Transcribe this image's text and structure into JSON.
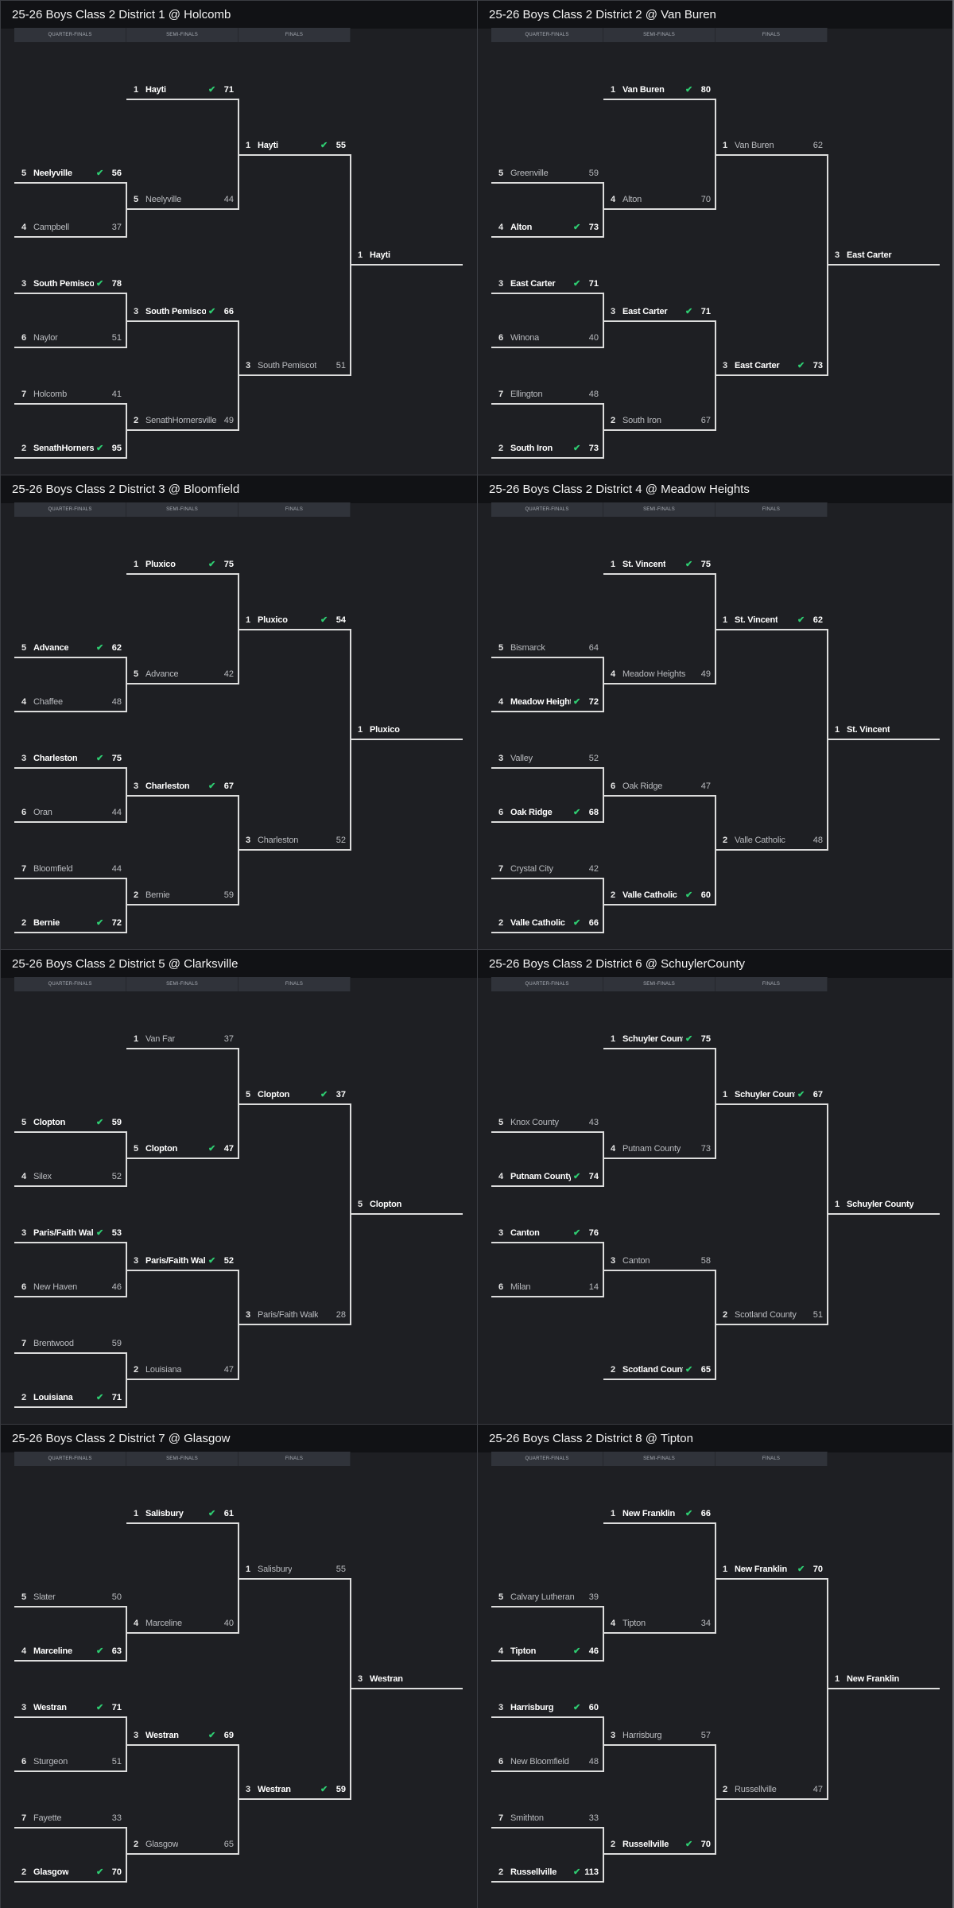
{
  "round_labels": [
    "QUARTER-FINALS",
    "SEMI-FINALS",
    "FINALS"
  ],
  "colors": {
    "check": "#2ecc71",
    "background": "#1e1f23",
    "titlebar": "#111215",
    "line": "#dcdcdc"
  },
  "check_icon": "checkmark-icon",
  "districts": [
    {
      "title": "25-26 Boys Class 2 District 1 @ Holcomb",
      "qf": [
        [
          {
            "seed": "5",
            "name": "Neelyville",
            "score": "56",
            "win": true
          },
          {
            "seed": "4",
            "name": "Campbell",
            "score": "37",
            "win": false
          }
        ],
        [
          {
            "seed": "3",
            "name": "South Pemiscot",
            "score": "78",
            "win": true
          },
          {
            "seed": "6",
            "name": "Naylor",
            "score": "51",
            "win": false
          }
        ],
        [
          {
            "seed": "7",
            "name": "Holcomb",
            "score": "41",
            "win": false
          },
          {
            "seed": "2",
            "name": "SenathHornersville",
            "score": "95",
            "win": true
          }
        ]
      ],
      "sf": [
        [
          {
            "seed": "1",
            "name": "Hayti",
            "score": "71",
            "win": true
          },
          {
            "seed": "5",
            "name": "Neelyville",
            "score": "44",
            "win": false
          }
        ],
        [
          {
            "seed": "3",
            "name": "South Pemiscot",
            "score": "66",
            "win": true
          },
          {
            "seed": "2",
            "name": "SenathHornersville",
            "score": "49",
            "win": false
          }
        ]
      ],
      "final": [
        {
          "seed": "1",
          "name": "Hayti",
          "score": "55",
          "win": true
        },
        {
          "seed": "3",
          "name": "South Pemiscot",
          "score": "51",
          "win": false
        }
      ],
      "champion": {
        "seed": "1",
        "name": "Hayti"
      }
    },
    {
      "title": "25-26 Boys Class 2 District 2 @ Van Buren",
      "qf": [
        [
          {
            "seed": "5",
            "name": "Greenville",
            "score": "59",
            "win": false
          },
          {
            "seed": "4",
            "name": "Alton",
            "score": "73",
            "win": true
          }
        ],
        [
          {
            "seed": "3",
            "name": "East Carter",
            "score": "71",
            "win": true
          },
          {
            "seed": "6",
            "name": "Winona",
            "score": "40",
            "win": false
          }
        ],
        [
          {
            "seed": "7",
            "name": "Ellington",
            "score": "48",
            "win": false
          },
          {
            "seed": "2",
            "name": "South Iron",
            "score": "73",
            "win": true
          }
        ]
      ],
      "sf": [
        [
          {
            "seed": "1",
            "name": "Van Buren",
            "score": "80",
            "win": true
          },
          {
            "seed": "4",
            "name": "Alton",
            "score": "70",
            "win": false
          }
        ],
        [
          {
            "seed": "3",
            "name": "East Carter",
            "score": "71",
            "win": true
          },
          {
            "seed": "2",
            "name": "South Iron",
            "score": "67",
            "win": false
          }
        ]
      ],
      "final": [
        {
          "seed": "1",
          "name": "Van Buren",
          "score": "62",
          "win": false
        },
        {
          "seed": "3",
          "name": "East Carter",
          "score": "73",
          "win": true
        }
      ],
      "champion": {
        "seed": "3",
        "name": "East Carter"
      }
    },
    {
      "title": "25-26 Boys Class 2 District 3 @ Bloomfield",
      "qf": [
        [
          {
            "seed": "5",
            "name": "Advance",
            "score": "62",
            "win": true
          },
          {
            "seed": "4",
            "name": "Chaffee",
            "score": "48",
            "win": false
          }
        ],
        [
          {
            "seed": "3",
            "name": "Charleston",
            "score": "75",
            "win": true
          },
          {
            "seed": "6",
            "name": "Oran",
            "score": "44",
            "win": false
          }
        ],
        [
          {
            "seed": "7",
            "name": "Bloomfield",
            "score": "44",
            "win": false
          },
          {
            "seed": "2",
            "name": "Bernie",
            "score": "72",
            "win": true
          }
        ]
      ],
      "sf": [
        [
          {
            "seed": "1",
            "name": "Pluxico",
            "score": "75",
            "win": true
          },
          {
            "seed": "5",
            "name": "Advance",
            "score": "42",
            "win": false
          }
        ],
        [
          {
            "seed": "3",
            "name": "Charleston",
            "score": "67",
            "win": true
          },
          {
            "seed": "2",
            "name": "Bernie",
            "score": "59",
            "win": false
          }
        ]
      ],
      "final": [
        {
          "seed": "1",
          "name": "Pluxico",
          "score": "54",
          "win": true
        },
        {
          "seed": "3",
          "name": "Charleston",
          "score": "52",
          "win": false
        }
      ],
      "champion": {
        "seed": "1",
        "name": "Pluxico"
      }
    },
    {
      "title": "25-26 Boys Class 2 District 4 @ Meadow Heights",
      "qf": [
        [
          {
            "seed": "5",
            "name": "Bismarck",
            "score": "64",
            "win": false
          },
          {
            "seed": "4",
            "name": "Meadow Heights",
            "score": "72",
            "win": true
          }
        ],
        [
          {
            "seed": "3",
            "name": "Valley",
            "score": "52",
            "win": false
          },
          {
            "seed": "6",
            "name": "Oak Ridge",
            "score": "68",
            "win": true
          }
        ],
        [
          {
            "seed": "7",
            "name": "Crystal City",
            "score": "42",
            "win": false
          },
          {
            "seed": "2",
            "name": "Valle Catholic",
            "score": "66",
            "win": true
          }
        ]
      ],
      "sf": [
        [
          {
            "seed": "1",
            "name": "St. Vincent",
            "score": "75",
            "win": true
          },
          {
            "seed": "4",
            "name": "Meadow Heights",
            "score": "49",
            "win": false
          }
        ],
        [
          {
            "seed": "6",
            "name": "Oak Ridge",
            "score": "47",
            "win": false
          },
          {
            "seed": "2",
            "name": "Valle Catholic",
            "score": "60",
            "win": true
          }
        ]
      ],
      "final": [
        {
          "seed": "1",
          "name": "St. Vincent",
          "score": "62",
          "win": true
        },
        {
          "seed": "2",
          "name": "Valle Catholic",
          "score": "48",
          "win": false
        }
      ],
      "champion": {
        "seed": "1",
        "name": "St. Vincent"
      }
    },
    {
      "title": "25-26 Boys Class 2 District 5 @ Clarksville",
      "qf": [
        [
          {
            "seed": "5",
            "name": "Clopton",
            "score": "59",
            "win": true
          },
          {
            "seed": "4",
            "name": "Silex",
            "score": "52",
            "win": false
          }
        ],
        [
          {
            "seed": "3",
            "name": "Paris/Faith Walk",
            "score": "53",
            "win": true
          },
          {
            "seed": "6",
            "name": "New Haven",
            "score": "46",
            "win": false
          }
        ],
        [
          {
            "seed": "7",
            "name": "Brentwood",
            "score": "59",
            "win": false
          },
          {
            "seed": "2",
            "name": "Louisiana",
            "score": "71",
            "win": true
          }
        ]
      ],
      "sf": [
        [
          {
            "seed": "1",
            "name": "Van Far",
            "score": "37",
            "win": false
          },
          {
            "seed": "5",
            "name": "Clopton",
            "score": "47",
            "win": true
          }
        ],
        [
          {
            "seed": "3",
            "name": "Paris/Faith Walk",
            "score": "52",
            "win": true
          },
          {
            "seed": "2",
            "name": "Louisiana",
            "score": "47",
            "win": false
          }
        ]
      ],
      "final": [
        {
          "seed": "5",
          "name": "Clopton",
          "score": "37",
          "win": true
        },
        {
          "seed": "3",
          "name": "Paris/Faith Walk",
          "score": "28",
          "win": false
        }
      ],
      "champion": {
        "seed": "5",
        "name": "Clopton"
      }
    },
    {
      "title": "25-26 Boys Class 2 District 6 @ SchuylerCounty",
      "qf": [
        [
          {
            "seed": "5",
            "name": "Knox County",
            "score": "43",
            "win": false
          },
          {
            "seed": "4",
            "name": "Putnam County",
            "score": "74",
            "win": true
          }
        ],
        [
          {
            "seed": "3",
            "name": "Canton",
            "score": "76",
            "win": true
          },
          {
            "seed": "6",
            "name": "Milan",
            "score": "14",
            "win": false
          }
        ],
        null
      ],
      "sf": [
        [
          {
            "seed": "1",
            "name": "Schuyler County",
            "score": "75",
            "win": true
          },
          {
            "seed": "4",
            "name": "Putnam County",
            "score": "73",
            "win": false
          }
        ],
        [
          {
            "seed": "3",
            "name": "Canton",
            "score": "58",
            "win": false
          },
          {
            "seed": "2",
            "name": "Scotland County",
            "score": "65",
            "win": true
          }
        ]
      ],
      "final": [
        {
          "seed": "1",
          "name": "Schuyler County",
          "score": "67",
          "win": true
        },
        {
          "seed": "2",
          "name": "Scotland County",
          "score": "51",
          "win": false
        }
      ],
      "champion": {
        "seed": "1",
        "name": "Schuyler County"
      }
    },
    {
      "title": "25-26 Boys Class 2 District 7 @ Glasgow",
      "qf": [
        [
          {
            "seed": "5",
            "name": "Slater",
            "score": "50",
            "win": false
          },
          {
            "seed": "4",
            "name": "Marceline",
            "score": "63",
            "win": true
          }
        ],
        [
          {
            "seed": "3",
            "name": "Westran",
            "score": "71",
            "win": true
          },
          {
            "seed": "6",
            "name": "Sturgeon",
            "score": "51",
            "win": false
          }
        ],
        [
          {
            "seed": "7",
            "name": "Fayette",
            "score": "33",
            "win": false
          },
          {
            "seed": "2",
            "name": "Glasgow",
            "score": "70",
            "win": true
          }
        ]
      ],
      "sf": [
        [
          {
            "seed": "1",
            "name": "Salisbury",
            "score": "61",
            "win": true
          },
          {
            "seed": "4",
            "name": "Marceline",
            "score": "40",
            "win": false
          }
        ],
        [
          {
            "seed": "3",
            "name": "Westran",
            "score": "69",
            "win": true
          },
          {
            "seed": "2",
            "name": "Glasgow",
            "score": "65",
            "win": false
          }
        ]
      ],
      "final": [
        {
          "seed": "1",
          "name": "Salisbury",
          "score": "55",
          "win": false
        },
        {
          "seed": "3",
          "name": "Westran",
          "score": "59",
          "win": true
        }
      ],
      "champion": {
        "seed": "3",
        "name": "Westran"
      }
    },
    {
      "title": "25-26 Boys Class 2 District 8 @ Tipton",
      "qf": [
        [
          {
            "seed": "5",
            "name": "Calvary Lutheran",
            "score": "39",
            "win": false
          },
          {
            "seed": "4",
            "name": "Tipton",
            "score": "46",
            "win": true
          }
        ],
        [
          {
            "seed": "3",
            "name": "Harrisburg",
            "score": "60",
            "win": true
          },
          {
            "seed": "6",
            "name": "New Bloomfield",
            "score": "48",
            "win": false
          }
        ],
        [
          {
            "seed": "7",
            "name": "Smithton",
            "score": "33",
            "win": false
          },
          {
            "seed": "2",
            "name": "Russellville",
            "score": "113",
            "win": true
          }
        ]
      ],
      "sf": [
        [
          {
            "seed": "1",
            "name": "New Franklin",
            "score": "66",
            "win": true
          },
          {
            "seed": "4",
            "name": "Tipton",
            "score": "34",
            "win": false
          }
        ],
        [
          {
            "seed": "3",
            "name": "Harrisburg",
            "score": "57",
            "win": false
          },
          {
            "seed": "2",
            "name": "Russellville",
            "score": "70",
            "win": true
          }
        ]
      ],
      "final": [
        {
          "seed": "1",
          "name": "New Franklin",
          "score": "70",
          "win": true
        },
        {
          "seed": "2",
          "name": "Russellville",
          "score": "47",
          "win": false
        }
      ],
      "champion": {
        "seed": "1",
        "name": "New Franklin"
      }
    }
  ]
}
